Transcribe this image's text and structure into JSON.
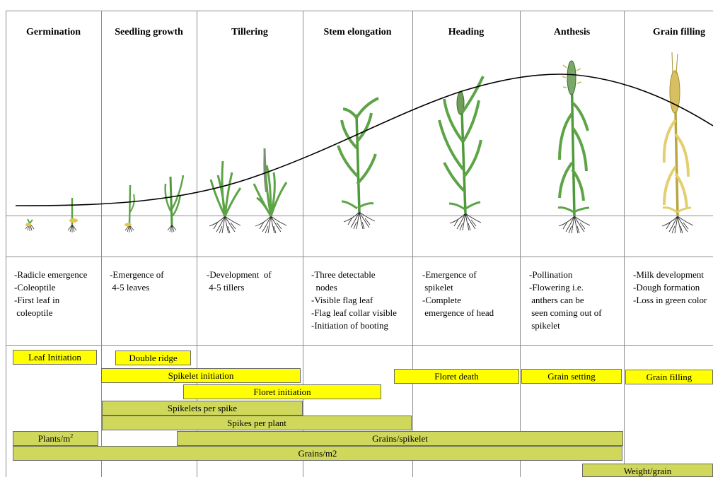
{
  "stages": [
    {
      "title": "Germination",
      "desc": "-Radicle emergence\n-Coleoptile\n-First leaf in\n coleoptile"
    },
    {
      "title": "Seedling growth",
      "desc": "-Emergence of\n 4-5 leaves"
    },
    {
      "title": "Tillering",
      "desc": "-Development  of\n 4-5 tillers"
    },
    {
      "title": "Stem elongation",
      "desc": "-Three detectable\n  nodes\n-Visible flag leaf\n-Flag leaf collar visible\n-Initiation of booting"
    },
    {
      "title": "Heading",
      "desc": "-Emergence of\n spikelet\n-Complete\n emergence of head"
    },
    {
      "title": "Anthesis",
      "desc": "-Pollination\n-Flowering i.e.\n anthers can be\n seen coming out of\n spikelet"
    },
    {
      "title": "Grain filling",
      "desc": "-Milk development\n-Dough formation\n-Loss in green color"
    }
  ],
  "bars": [
    {
      "label": "Leaf Initiation",
      "color": "yellow"
    },
    {
      "label": "Double ridge",
      "color": "yellow"
    },
    {
      "label": "Spikelet initiation",
      "color": "yellow"
    },
    {
      "label": "Floret death",
      "color": "yellow"
    },
    {
      "label": "Grain setting",
      "color": "yellow"
    },
    {
      "label": "Grain filling",
      "color": "yellow"
    },
    {
      "label": "Floret initiation",
      "color": "yellow"
    },
    {
      "label": "Spikelets per spike",
      "color": "olive"
    },
    {
      "label": "Spikes per plant",
      "color": "olive"
    },
    {
      "label": "Plants/m",
      "sup": "2",
      "color": "olive"
    },
    {
      "label": "Grains/spikelet",
      "color": "olive"
    },
    {
      "label": "Grains/m2",
      "color": "olive"
    },
    {
      "label": "Weight/grain",
      "color": "olive"
    }
  ],
  "colors": {
    "bar_yellow": "#ffff00",
    "bar_olive": "#cfd85a",
    "leaf_green": "#5da446",
    "ripe_yellow": "#e3cf6e",
    "curve": "#000000"
  }
}
